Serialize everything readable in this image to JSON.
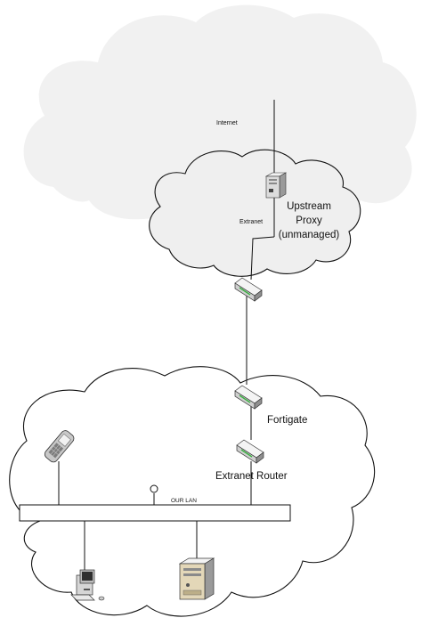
{
  "labels": {
    "internet": "Internet",
    "extranet": "Extranet",
    "proxy_line1": "Upstream",
    "proxy_line2": "Proxy",
    "proxy_line3": "(unmanaged)",
    "fortigate": "Fortigate",
    "extranet_router": "Extranet Router",
    "lan": "OUR LAN"
  },
  "colors": {
    "internet_cloud_fill": "#f1f1f1",
    "extranet_cloud_fill": "#efefef",
    "lan_cloud_fill": "#ffffff",
    "outline": "#111111",
    "device_body": "#d9d9d9",
    "router_led": "#3cb043"
  },
  "icons": {
    "proxy_server": "server-tower-icon",
    "extranet_device": "router-icon",
    "fortigate_device": "router-icon",
    "extranet_router_device": "router-icon",
    "mobile": "mobile-phone-icon",
    "workstation": "desktop-computer-icon",
    "lan_server": "server-tower-icon"
  }
}
